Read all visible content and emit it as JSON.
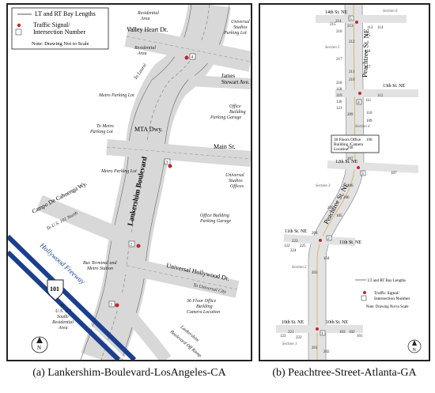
{
  "panel_a": {
    "caption": "(a) Lankershim-Boulevard-LosAngeles-CA",
    "legend": {
      "bay_label": "LT and RT Bay Lengths",
      "signal_label": "Traffic Signal/",
      "signal_label2": "Intersection Number",
      "note": "Note: Drawing Not to Scale"
    },
    "labels": {
      "valley_heart": "Valley Heart Dr.",
      "residential1": "Residential",
      "residential1b": "Area",
      "residential2": "Residential",
      "residential2b": "Area",
      "universal_studios_lot1": "Universal",
      "universal_studios_lot2": "Studios",
      "universal_studios_lot3": "Parking Lot",
      "james_stewart1": "James",
      "james_stewart2": "Stewart Ave.",
      "to_laurel": "To Laurel",
      "metro_lot1": "Metro Parking Lot",
      "office_garage1": "Office",
      "office_garage2": "Building",
      "office_garage3": "Parking Garage",
      "to_metro1": "To Metro",
      "to_metro2": "Parking Lot",
      "mta_dwy": "MTA Dwy.",
      "main_st": "Main St.",
      "us_offices1": "Universal",
      "us_offices2": "Studios",
      "us_offices3": "Offices",
      "metro_lot2": "Metro Parking Lot",
      "lankershim": "Lankershim Boulevard",
      "campo1": "Campo De Cahuenga Wy.",
      "to_us101_north": "To U.S. 101 North",
      "office_garage_b1": "Office Building",
      "office_garage_b2": "Parking Garage",
      "hollywood_fwy": "Hollywood Freeway",
      "bus_terminal1": "Bus Terminal and",
      "bus_terminal2": "Metro Station",
      "universal_hollywood": "Universal Hollywood Dr.",
      "to_universal_city": "To Universal City",
      "office_camera1": "36 Floor Office",
      "office_camera2": "Building",
      "office_camera3": "Camera Location",
      "to_us101_south1": "To",
      "to_us101_south2": "U.S. 101",
      "to_us101_south3": "South/",
      "to_us101_south4": "Residential",
      "to_us101_south5": "Area",
      "shield": "101",
      "ob_ramp1": "Lankershim",
      "ob_ramp2": "Boulevard Off Ramp",
      "north": "N"
    },
    "intersections": [
      "4",
      "3",
      "2",
      "1"
    ]
  },
  "panel_b": {
    "caption": "(b) Peachtree-Street-Atlanta-GA",
    "legend": {
      "bay_label": "LT and RT Bay Lengths",
      "signal_label": "Traffic Signal/",
      "signal_label2": "Intersection Number",
      "note": "Note: Drawing Not to Scale"
    },
    "labels": {
      "st14": "14th St. NE",
      "st13": "13th St. NE",
      "st12": "12th St. NE",
      "st11": "11th St. NE",
      "st10": "10th St. NE",
      "peachtree1": "Peachtree St. NE",
      "peachtree2": "Peachtree St. NE",
      "office_camera1": "30 Floors Office",
      "office_camera2": "Building /Camera",
      "office_camera3": "Location",
      "section1": "Section 1",
      "section2": "Section 2",
      "section3": "Section 3",
      "section4": "Section 4",
      "section5": "Section 5",
      "section6": "Section 6",
      "north": "N"
    },
    "node_numbers": [
      "215",
      "216",
      "217",
      "218",
      "118",
      "119",
      "120",
      "121",
      "122",
      "123",
      "111",
      "112",
      "113",
      "114",
      "115",
      "116",
      "117",
      "110",
      "109",
      "108",
      "107",
      "106",
      "105",
      "104",
      "103",
      "102",
      "101",
      "201",
      "202",
      "203",
      "204",
      "205",
      "206",
      "207",
      "208",
      "209",
      "210",
      "211",
      "212",
      "213",
      "214",
      "221",
      "222",
      "223",
      "224",
      "225"
    ],
    "intersections": [
      "5",
      "4",
      "3",
      "2",
      "1"
    ]
  }
}
